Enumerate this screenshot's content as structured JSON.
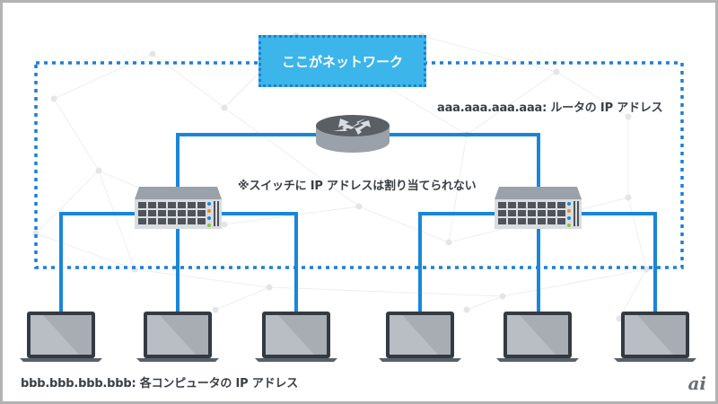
{
  "network_label": "ここがネットワーク",
  "router_label": "aaa.aaa.aaa.aaa: ルータの IP アドレス",
  "switch_note": "※スイッチに IP アドレスは割り当てられない",
  "computer_label": "bbb.bbb.bbb.bbb: 各コンピュータの IP アドレス",
  "logo": "ai",
  "devices": {
    "router": {
      "name": "router"
    },
    "switches": [
      {
        "name": "switch-left"
      },
      {
        "name": "switch-right"
      }
    ],
    "computers": [
      {
        "name": "computer-1"
      },
      {
        "name": "computer-2"
      },
      {
        "name": "computer-3"
      },
      {
        "name": "computer-4"
      },
      {
        "name": "computer-5"
      },
      {
        "name": "computer-6"
      }
    ]
  },
  "colors": {
    "wire": "#1a86d8",
    "network_box": "#3cb5ea",
    "dotted_border": "#1c7fd6",
    "text": "#3a3f45"
  }
}
